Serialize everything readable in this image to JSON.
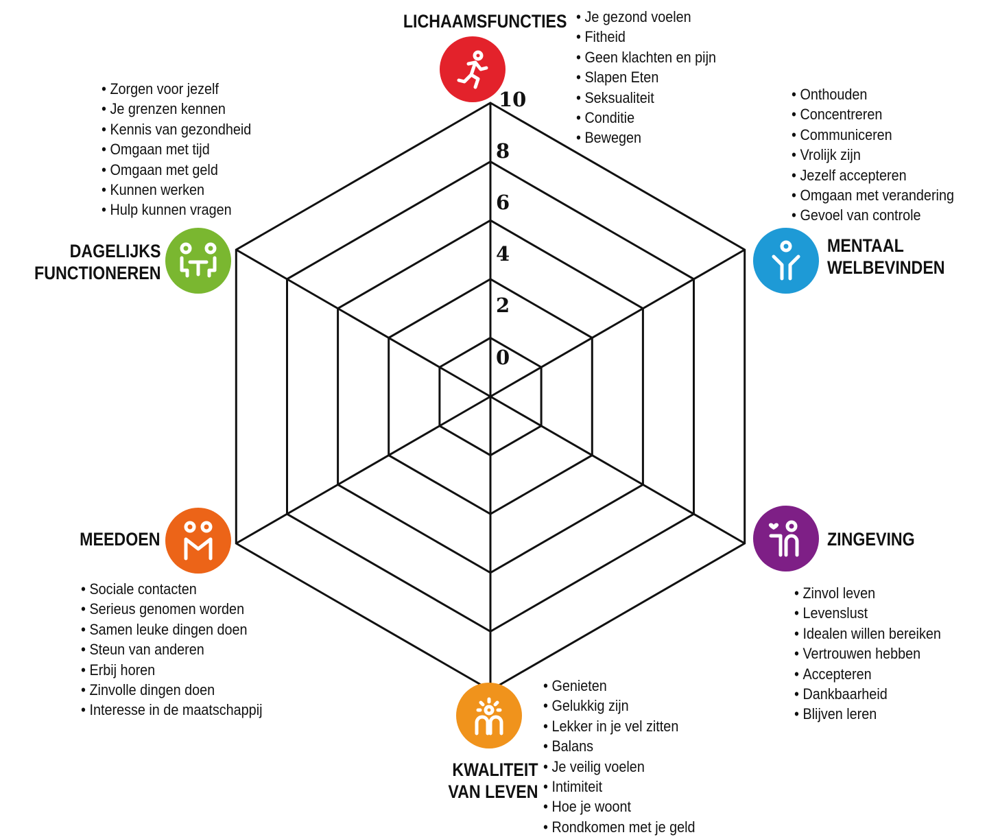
{
  "scale": [
    "0",
    "2",
    "4",
    "6",
    "8",
    "10"
  ],
  "dimensions": [
    {
      "key": "lichaamsfuncties",
      "title": [
        "LICHAAMSFUNCTIES"
      ],
      "color": "#e3222b",
      "icon": "running-person-icon",
      "items": [
        "Je gezond voelen",
        "Fitheid",
        "Geen klachten en pijn",
        "Slapen Eten",
        "Seksualiteit",
        "Conditie",
        "Bewegen"
      ]
    },
    {
      "key": "mentaal-welbevinden",
      "title": [
        "MENTAAL",
        "WELBEVINDEN"
      ],
      "color": "#1e9ad6",
      "icon": "person-arms-raised-icon",
      "items": [
        "Onthouden",
        "Concentreren",
        "Communiceren",
        "Vrolijk zijn",
        "Jezelf accepteren",
        "Omgaan met verandering",
        "Gevoel van controle"
      ]
    },
    {
      "key": "zingeving",
      "title": [
        "ZINGEVING"
      ],
      "color": "#7e1f86",
      "icon": "person-heart-icon",
      "items": [
        "Zinvol leven",
        "Levenslust",
        "Idealen willen bereiken",
        "Vertrouwen hebben",
        "Accepteren",
        "Dankbaarheid",
        "Blijven leren"
      ]
    },
    {
      "key": "kwaliteit-van-leven",
      "title": [
        "KWALITEIT",
        "VAN LEVEN"
      ],
      "color": "#f0931c",
      "icon": "people-sun-icon",
      "items": [
        "Genieten",
        "Gelukkig zijn",
        "Lekker in je vel zitten",
        "Balans",
        "Je veilig voelen",
        "Intimiteit",
        "Hoe je woont",
        "Rondkomen met je geld"
      ]
    },
    {
      "key": "meedoen",
      "title": [
        "MEEDOEN"
      ],
      "color": "#ec6418",
      "icon": "two-people-icon",
      "items": [
        "Sociale contacten",
        "Serieus genomen worden",
        "Samen leuke dingen doen",
        "Steun van anderen",
        "Erbij horen",
        "Zinvolle dingen doen",
        "Interesse in de maatschappij"
      ]
    },
    {
      "key": "dagelijks-functioneren",
      "title": [
        "DAGELIJKS",
        "FUNCTIONEREN"
      ],
      "color": "#7ab730",
      "icon": "people-at-table-icon",
      "items": [
        "Zorgen voor jezelf",
        "Je grenzen kennen",
        "Kennis van gezondheid",
        "Omgaan met tijd",
        "Omgaan met geld",
        "Kunnen werken",
        "Hulp kunnen vragen"
      ]
    }
  ]
}
